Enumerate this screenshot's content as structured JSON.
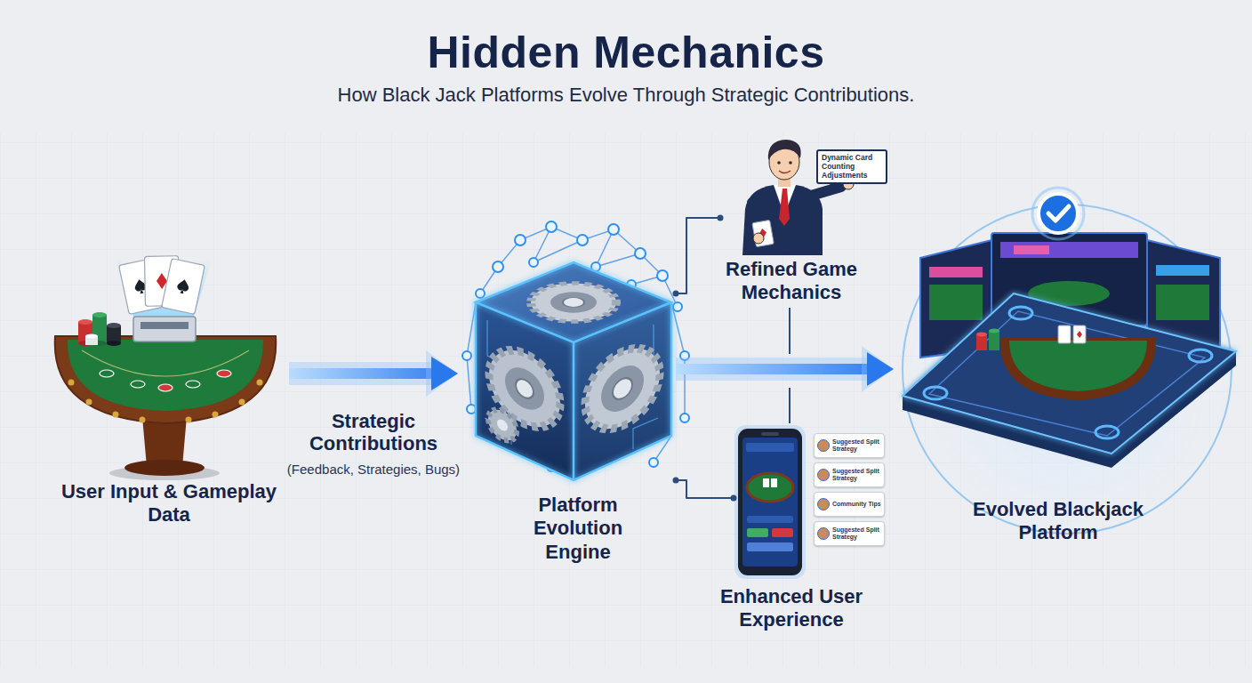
{
  "diagram": {
    "title": "Hidden Mechanics",
    "nodes": [
      {
        "text": [
          "User Input & Gameplay Data"
        ]
      },
      {
        "text": [
          "Platform Evolution Engine"
        ]
      },
      {
        "text": [
          "Refined Game Mechanics"
        ]
      },
      {
        "text": [
          "Dynamic Card Counting Adjustments"
        ],
        "in": 2
      },
      {
        "text": [
          "Enhanced User Experience"
        ]
      },
      {
        "text": [
          "Suggested Split Strategy"
        ],
        "in": 4
      },
      {
        "text": [
          "Suggested Split Strategy"
        ],
        "in": 4
      },
      {
        "text": [
          "Community Tips"
        ],
        "in": 4
      },
      {
        "text": [
          "Suggested Split Strategy"
        ],
        "in": 4
      },
      {
        "text": [
          "Evolved Blackjack Platform"
        ]
      }
    ],
    "edges": [
      {
        "from": 0,
        "to": 1,
        "arrow": "to",
        "label": "Strategic Contributions"
      },
      {
        "from": 1,
        "to": 9,
        "arrow": "to"
      },
      {
        "from": 1,
        "to": 2,
        "arrow": "none"
      },
      {
        "from": 1,
        "to": 4,
        "arrow": "none"
      }
    ],
    "labels": [
      "How Black Jack Platforms Evolve Through Strategic Contributions.",
      "(Feedback, Strategies, Bugs)"
    ]
  }
}
